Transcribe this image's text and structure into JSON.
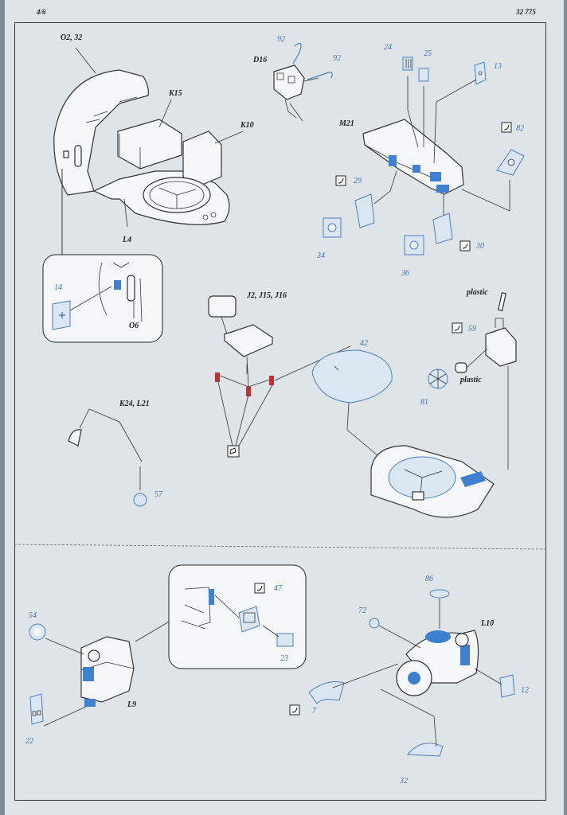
{
  "header": {
    "page": "4/6",
    "code": "32 775"
  },
  "labels": {
    "o2_32": "O2, 32",
    "k15": "K15",
    "k10": "K10",
    "l4": "L4",
    "d16": "D16",
    "m21": "M21",
    "o6": "O6",
    "j2": "J2, J15, J16",
    "k24": "K24, L21",
    "plastic_top": "plastic",
    "plastic_bottom": "plastic",
    "l9": "L9",
    "l10": "L10"
  },
  "part_numbers": {
    "p92a": "92",
    "p92b": "92",
    "p24": "24",
    "p25": "25",
    "p13": "13",
    "p82": "82",
    "p29": "29",
    "p34": "34",
    "p36": "36",
    "p30": "30",
    "p14": "14",
    "p42": "42",
    "p59": "59",
    "p81": "81",
    "p57": "57",
    "p54": "54",
    "p47": "47",
    "p23": "23",
    "p22": "22",
    "p72": "72",
    "p86": "86",
    "p12": "12",
    "p7": "7",
    "p32": "32"
  },
  "icons": {
    "bend": "fold-check-icon",
    "detail": "etched-part-icon"
  }
}
